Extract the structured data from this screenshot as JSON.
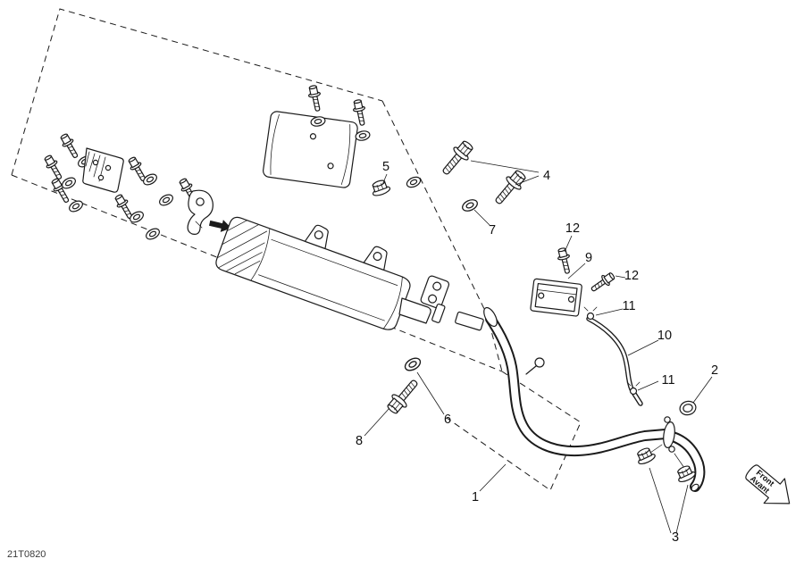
{
  "colors": {
    "line": "#1b1b1b",
    "background": "#ffffff"
  },
  "footer": {
    "code": "21T0820"
  },
  "front_arrow": {
    "line1": "Front",
    "line2": "Avant"
  },
  "callouts": {
    "n1": "1",
    "n2": "2",
    "n3": "3",
    "n4": "4",
    "n5": "5",
    "n6": "6",
    "n7": "7",
    "n8": "8",
    "n9": "9",
    "n10": "10",
    "n11a": "11",
    "n11b": "11",
    "n12a": "12",
    "n12b": "12"
  }
}
